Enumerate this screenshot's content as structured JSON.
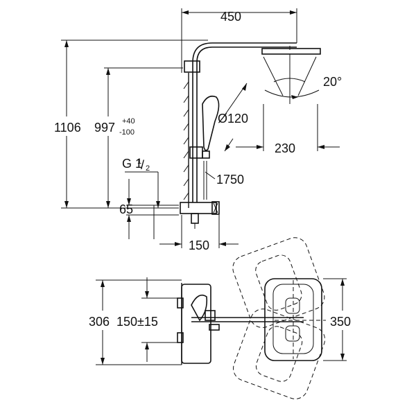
{
  "side_view": {
    "arm_length": "450",
    "total_height": "1106",
    "adjust_height": "997",
    "adjust_tol_plus": "+40",
    "adjust_tol_minus": "-100",
    "head_diameter": "Ø120",
    "hose_length": "1750",
    "tilt_angle": "20°",
    "head_offset": "230",
    "thread_main": "G 1",
    "thread_num": "1",
    "thread_den": "2",
    "inlet_height": "65",
    "projection": "150"
  },
  "top_view": {
    "depth": "306",
    "center_distance": "150±15",
    "head_size": "350"
  }
}
